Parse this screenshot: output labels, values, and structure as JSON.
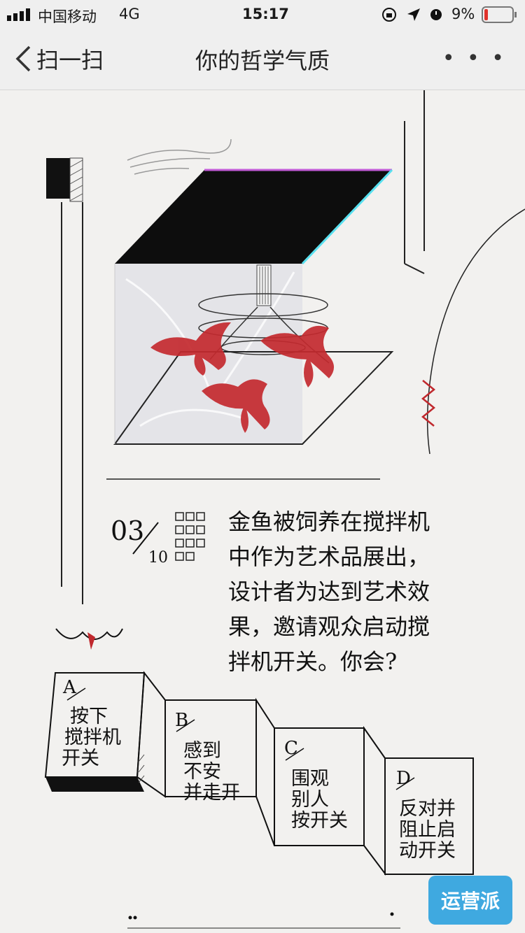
{
  "status_bar": {
    "carrier": "中国移动",
    "network": "4G",
    "time": "15:17",
    "battery": "9%",
    "icons": [
      "signal-icon",
      "lock-rotation-icon",
      "location-icon",
      "alarm-icon",
      "battery-icon"
    ],
    "battery_color": "#e0322b"
  },
  "nav": {
    "back_label": "扫一扫",
    "title": "你的哲学气质",
    "more_label": "• • •"
  },
  "question": {
    "number": "03",
    "total": "10",
    "lines": [
      "金鱼被饲养在搅拌机",
      "中作为艺术品展出，",
      "设计者为达到艺术效",
      "果，邀请观众启动搅",
      "拌机开关。你会?"
    ]
  },
  "options": [
    {
      "letter": "A",
      "lines": [
        "按下",
        "搅拌机",
        "开关"
      ]
    },
    {
      "letter": "B",
      "lines": [
        "感到",
        "不安",
        "并走开"
      ]
    },
    {
      "letter": "C",
      "lines": [
        "围观",
        "别人",
        "按开关"
      ]
    },
    {
      "letter": "D",
      "lines": [
        "反对并",
        "阻止启",
        "动开关"
      ]
    }
  ],
  "watermark": "运营派",
  "colors": {
    "accent_red": "#c0282d",
    "ink": "#111111",
    "background": "#f2f1ef"
  }
}
